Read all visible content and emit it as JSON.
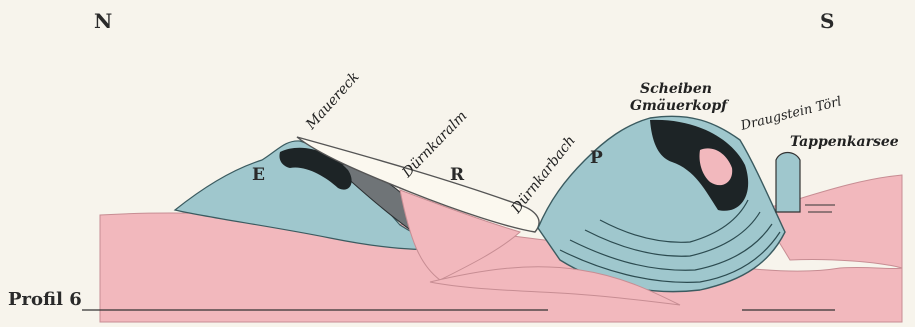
{
  "compass": {
    "north": "N",
    "south": "S"
  },
  "profile_title": "Profil 6",
  "unit_labels": {
    "e": "E",
    "r": "R",
    "p": "P"
  },
  "locality_labels": {
    "mauereck": "Mauereck",
    "duernkaralm": "Dürnkaralm",
    "duernkarbach": "Dürnkarbach",
    "scheiben": "Scheiben",
    "gmaeuerkopf": "Gmäuerkopf",
    "draugstein_toerl": "Draugstein Törl",
    "tappenkarsee": "Tappenkarsee"
  },
  "colors": {
    "background": "#f7f4ec",
    "blue_unit": "#9fc7cd",
    "pink_unit": "#f2b8bd",
    "dark_band": "#1d2426",
    "grey_band": "#6f7477",
    "pale_sheet": "#fbf8ef"
  }
}
